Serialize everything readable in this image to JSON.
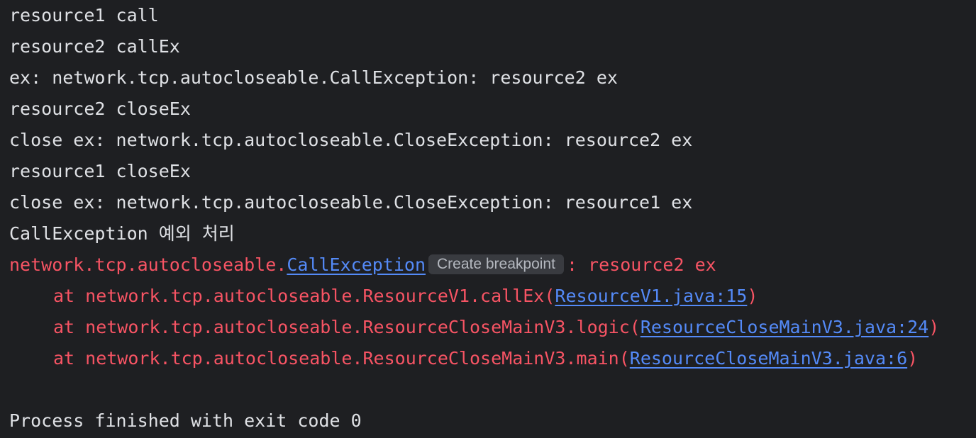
{
  "console": {
    "lines": [
      "resource1 call",
      "resource2 callEx",
      "ex: network.tcp.autocloseable.CallException: resource2 ex",
      "resource2 closeEx",
      "close ex: network.tcp.autocloseable.CloseException: resource2 ex",
      "resource1 closeEx",
      "close ex: network.tcp.autocloseable.CloseException: resource1 ex",
      "CallException 예외 처리"
    ],
    "exception": {
      "prefix": "network.tcp.autocloseable.",
      "class_link": "CallException",
      "breakpoint_hint": "Create breakpoint",
      "message": ": resource2 ex"
    },
    "stack": [
      {
        "frame": "at network.tcp.autocloseable.ResourceV1.callEx(",
        "link": "ResourceV1.java:15",
        "close": ")"
      },
      {
        "frame": "at network.tcp.autocloseable.ResourceCloseMainV3.logic(",
        "link": "ResourceCloseMainV3.java:24",
        "close": ")"
      },
      {
        "frame": "at network.tcp.autocloseable.ResourceCloseMainV3.main(",
        "link": "ResourceCloseMainV3.java:6",
        "close": ")"
      }
    ],
    "finish": "Process finished with exit code 0"
  },
  "colors": {
    "background": "#1e1f22",
    "text": "#dfe1e5",
    "error": "#f75464",
    "link": "#548af7",
    "hint_bg": "#393b40"
  }
}
